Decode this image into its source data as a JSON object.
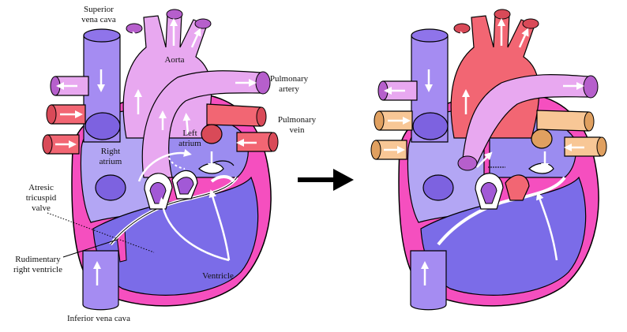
{
  "colors": {
    "deoxygenated": "#a58cf2",
    "deoxygenated_dark": "#7d62e0",
    "oxygenated": "#f26673",
    "mixed": "#e8a8f0",
    "mixed_dark": "#b65fcc",
    "peach": "#f8c796",
    "wall": "#f54fbf",
    "ventricle": "#7b6ce8"
  },
  "labels": {
    "superior_vena_cava": [
      "Superior",
      "vena cava"
    ],
    "aorta": "Aorta",
    "pulmonary_artery": [
      "Pulmonary",
      "artery"
    ],
    "pulmonary_vein": [
      "Pulmonary",
      "vein"
    ],
    "right_atrium": [
      "Right",
      "atrium"
    ],
    "left_atrium": [
      "Left",
      "atrium"
    ],
    "atresic_tricuspid_valve": [
      "Atresic",
      "tricuspid",
      "valve"
    ],
    "rudimentary_right_ventricle": [
      "Rudimentary",
      "right ventricle"
    ],
    "ventricle": "Ventricle",
    "inferior_vena_cava": "Inferior vena cava"
  },
  "transition": {
    "arrow_icon": "right-arrow-icon"
  }
}
